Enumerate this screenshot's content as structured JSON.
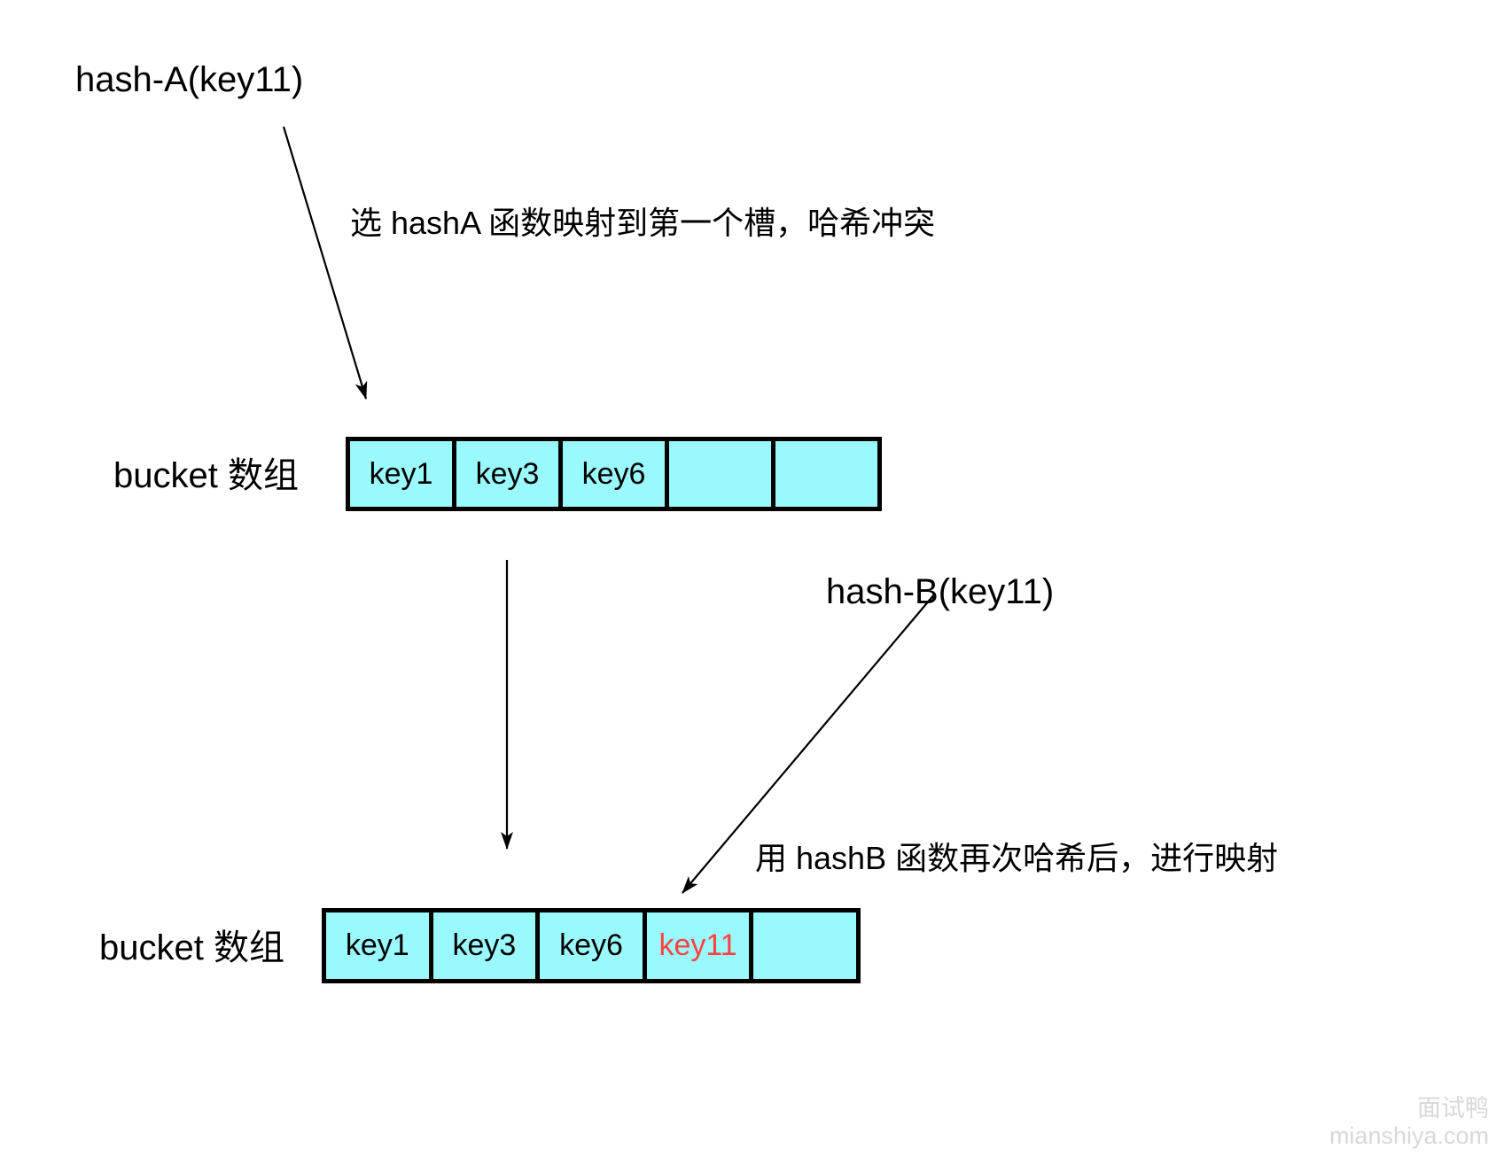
{
  "labels": {
    "hash_a": "hash-A(key11)",
    "hash_b": "hash-B(key11)",
    "caption_hash_a": "选 hashA 函数映射到第一个槽，哈希冲突",
    "caption_hash_b": "用 hashB 函数再次哈希后，进行映射"
  },
  "arrays": {
    "top": {
      "label": "bucket 数组",
      "cells": [
        {
          "text": "key1"
        },
        {
          "text": "key3"
        },
        {
          "text": "key6"
        },
        {
          "text": ""
        },
        {
          "text": ""
        }
      ]
    },
    "bottom": {
      "label": "bucket 数组",
      "cells": [
        {
          "text": "key1"
        },
        {
          "text": "key3"
        },
        {
          "text": "key6"
        },
        {
          "text": "key11"
        },
        {
          "text": ""
        }
      ]
    }
  },
  "watermark": {
    "line1": "面试鸭",
    "line2": "mianshiya.com"
  },
  "colors": {
    "cell_fill": "#9af9fc",
    "highlight_text": "#ff4141",
    "line": "#000000",
    "watermark_text": "#d8d8d8"
  }
}
